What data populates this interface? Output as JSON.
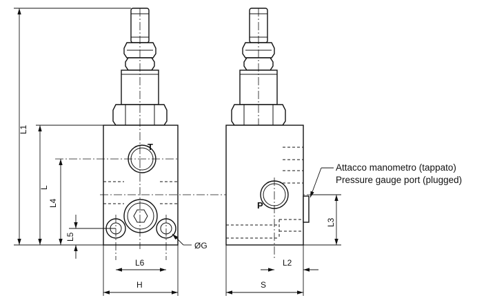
{
  "ports": {
    "t": "T",
    "p": "P"
  },
  "dimensions": {
    "l1": "L1",
    "l": "L",
    "l4": "L4",
    "l5": "L5",
    "l6": "L6",
    "h": "H",
    "og": "ØG",
    "l2": "L2",
    "s": "S",
    "l3": "L3"
  },
  "note": {
    "line1": "Attacco manometro (tappato)",
    "line2": "Pressure gauge port (plugged)"
  }
}
